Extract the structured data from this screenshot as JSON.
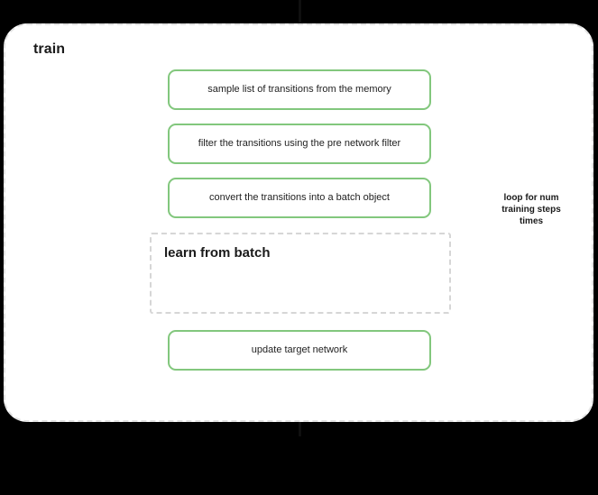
{
  "diagram": {
    "background_color": "#000000",
    "canvas_color": "#ffffff",
    "accent_color": "#82c77d",
    "line_color": "#111111",
    "dashed_border_color": "#e3e3e3",
    "title": "train",
    "group": {
      "title": "learn from batch",
      "style": "dashed"
    },
    "loop_caption": "loop for num training steps times",
    "steps": [
      {
        "id": "sample-transitions",
        "label": "sample list of transitions from the memory"
      },
      {
        "id": "filter-transitions",
        "label": "filter the transitions using the pre network filter"
      },
      {
        "id": "convert-to-batch",
        "label": "convert the transitions into a batch object"
      },
      {
        "id": "update-target-network",
        "label": "update target network"
      }
    ],
    "connectors": [
      {
        "name": "entry-arrow",
        "from": "top-edge",
        "to": "sample-transitions"
      },
      {
        "name": "loop-back-line",
        "from": "update-target-network",
        "to": "entry-arrow"
      },
      {
        "name": "exit-line",
        "from": "update-target-network",
        "to": "bottom-edge"
      }
    ]
  }
}
